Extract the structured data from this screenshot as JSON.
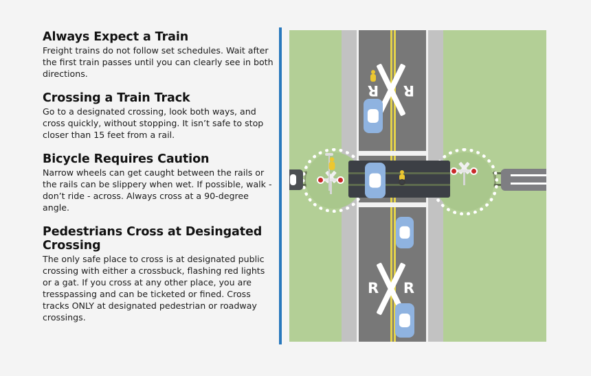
{
  "page": {
    "background_color": "#f4f4f4",
    "divider_color": "#2878bd"
  },
  "sections": [
    {
      "heading": "Always Expect a Train",
      "body": "Freight trains do not follow set schedules. Wait after the first train passes until you can clearly see in both directions."
    },
    {
      "heading": "Crossing a Train Track",
      "body": "Go to a designated crossing, look both ways, and cross quickly, without stopping. It isn’t safe to stop closer than 15 feet from a rail."
    },
    {
      "heading": "Bicycle Requires Caution",
      "body": "Narrow wheels can get caught between the rails or the rails can be slippery when wet. If possible, walk - don’t ride - across. Always cross at a 90-degree angle."
    },
    {
      "heading": "Pedestrians Cross at Desingated Crossing",
      "body": "The only safe place to cross is at designated public crossing with either a crossbuck, flashing red lights or a gat. If you cross at any other place, you are tresspassing and can be ticketed or fined. Cross tracks ONLY at designated pedestrian or roadway crossings."
    }
  ],
  "illustration": {
    "colors": {
      "grass": "#b3cf96",
      "road": "#787878",
      "shoulder": "#c2c2c2",
      "center_line": "#e3d24a",
      "edge_line": "#f2f2f2",
      "crossing_pad": "#3c3f45",
      "rail": "#5e6b4e",
      "tie": "#8a9b72",
      "car_body": "#8fb3e0",
      "signal_lamp": "#c92a2a",
      "person": "#ecc730",
      "train_left": "#4c4f52",
      "train_right": "#7e7e82"
    },
    "pavement_marking_left_letter": "R",
    "pavement_marking_right_letter": "R"
  }
}
